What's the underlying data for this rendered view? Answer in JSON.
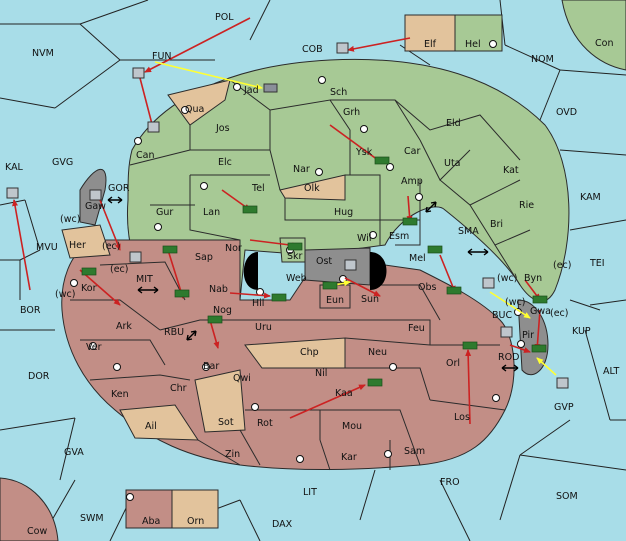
{
  "colors": {
    "sea": "#a8dde8",
    "green": "#a7c995",
    "red": "#c28e86",
    "tan": "#e2c39c",
    "gray": "#8e8e8e",
    "border": "#2b2b2b",
    "order_red": "#cc2222",
    "order_yellow": "#ffff33",
    "unit_green": "#2e7a2e"
  },
  "labels": {
    "POL": "POL",
    "NVM": "NVM",
    "FUN": "FUN",
    "COB": "COB",
    "NOM": "NOM",
    "Con": "Con",
    "Elf": "Elf",
    "Hel": "Hel",
    "OVD": "OVD",
    "KAL": "KAL",
    "GVG": "GVG",
    "KAM": "KAM",
    "MVU": "MVU",
    "GOR": "GOR",
    "BOR": "BOR",
    "MIT": "MIT",
    "RBU": "RBU",
    "SMA": "SMA",
    "TEI": "TEI",
    "KUP": "KUP",
    "BUC": "BUC",
    "ROD": "ROD",
    "ALT": "ALT",
    "DOR": "DOR",
    "GVP": "GVP",
    "GVA": "GVA",
    "FRO": "FRO",
    "SOM": "SOM",
    "LIT": "LIT",
    "SWM": "SWM",
    "DAX": "DAX",
    "Cow": "Cow",
    "Aba": "Aba",
    "Orn": "Orn",
    "Jad": "Jad",
    "Sch": "Sch",
    "Qua": "Qua",
    "Jos": "Jos",
    "Grh": "Grh",
    "Eld": "Eld",
    "Can": "Can",
    "Car": "Car",
    "Uta": "Uta",
    "Elc": "Elc",
    "Nar": "Nar",
    "Ysk": "Ysk",
    "Kat": "Kat",
    "Tel": "Tel",
    "Olk": "Olk",
    "Amp": "Amp",
    "Rie": "Rie",
    "Gaw": "Gaw",
    "Gur": "Gur",
    "Lan": "Lan",
    "Hug": "Hug",
    "Bri": "Bri",
    "Esm": "Esm",
    "Wil": "Wil",
    "Her": "Her",
    "Nor": "Nor",
    "Skr": "Skr",
    "Sap": "Sap",
    "Ost": "Ost",
    "Web": "Web",
    "Mel": "Mel",
    "Byn": "Byn",
    "Kor": "Kor",
    "Nab": "Nab",
    "Eun": "Eun",
    "Sun": "Sun",
    "Obs": "Obs",
    "Hil": "Hil",
    "Gwa": "Gwa",
    "Ark": "Ark",
    "Nog": "Nog",
    "Uru": "Uru",
    "Feu": "Feu",
    "Pir": "Pir",
    "Ver": "Ver",
    "Chp": "Chp",
    "Neu": "Neu",
    "Orl": "Orl",
    "Bar": "Bar",
    "Qwi": "Qwi",
    "Nil": "Nil",
    "Ken": "Ken",
    "Chr": "Chr",
    "Kaa": "Kaa",
    "Sot": "Sot",
    "Rot": "Rot",
    "Ail": "Ail",
    "Mou": "Mou",
    "Los": "Los",
    "Zin": "Zin",
    "Kar": "Kar",
    "Sam": "Sam",
    "wc1": "(wc)",
    "ec1": "(ec)",
    "ec2": "(ec)",
    "wc2": "(wc)",
    "wc3": "(wc)",
    "ec3": "(ec)",
    "wc4": "(wc)",
    "ec4": "(ec)"
  }
}
